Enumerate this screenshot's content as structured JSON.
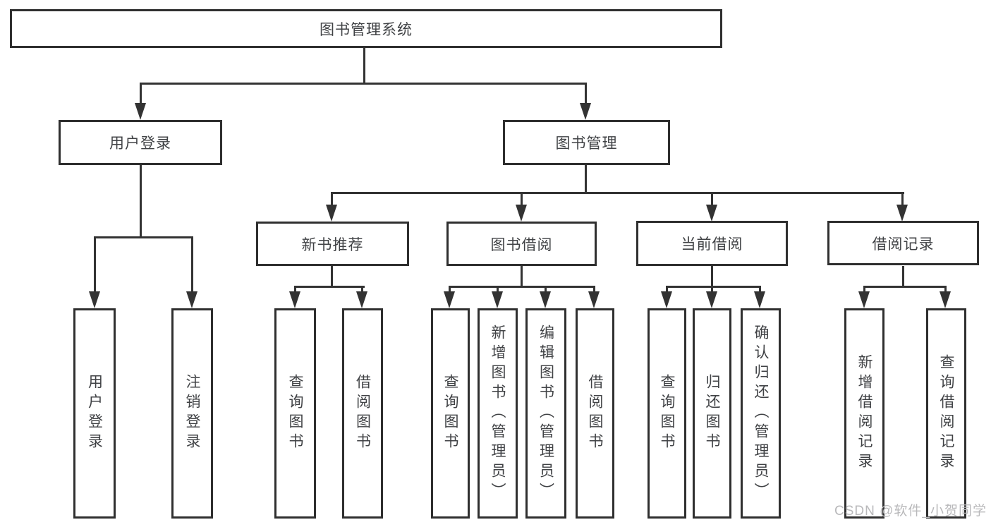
{
  "diagram": {
    "type": "hierarchy-tree",
    "colors": {
      "background": "#ffffff",
      "line": "#333333",
      "box_border": "#2f2f2f",
      "text": "#404245",
      "watermark": "#b9b9bb"
    },
    "tree": {
      "root": {
        "label": "图书管理系统"
      },
      "branches": [
        {
          "label": "用户登录",
          "children": [
            {
              "label": "用户登录"
            },
            {
              "label": "注销登录"
            }
          ]
        },
        {
          "label": "图书管理",
          "sections": [
            {
              "label": "新书推荐",
              "children": [
                {
                  "label": "查询图书"
                },
                {
                  "label": "借阅图书"
                }
              ]
            },
            {
              "label": "图书借阅",
              "children": [
                {
                  "label": "查询图书"
                },
                {
                  "label": "新增图书（管理员）"
                },
                {
                  "label": "编辑图书（管理员）"
                },
                {
                  "label": "借阅图书"
                }
              ]
            },
            {
              "label": "当前借阅",
              "children": [
                {
                  "label": "查询图书"
                },
                {
                  "label": "归还图书"
                },
                {
                  "label": "确认归还（管理员）"
                }
              ]
            },
            {
              "label": "借阅记录",
              "children": [
                {
                  "label": "新增借阅记录"
                },
                {
                  "label": "查询借阅记录"
                }
              ]
            }
          ]
        }
      ]
    },
    "watermark": {
      "text": "CSDN @软件_小贺同学"
    }
  }
}
